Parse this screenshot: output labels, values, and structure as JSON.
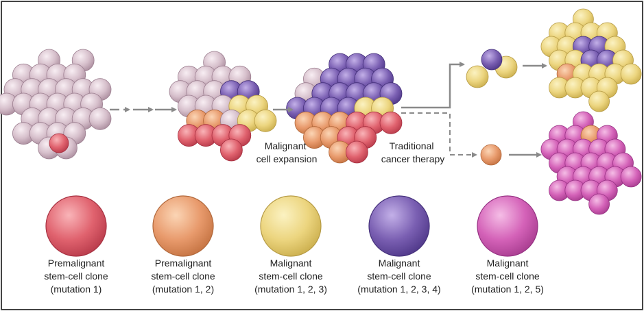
{
  "labels": {
    "malignant_expansion_line1": "Malignant",
    "malignant_expansion_line2": "cell expansion",
    "therapy_line1": "Traditional",
    "therapy_line2": "cancer therapy"
  },
  "legend": [
    {
      "name": "premalignant-1",
      "color": "#e0626e",
      "lines": [
        "Premalignant",
        "stem-cell clone",
        "(mutation 1)"
      ]
    },
    {
      "name": "premalignant-2",
      "color": "#e89a6c",
      "lines": [
        "Premalignant",
        "stem-cell clone",
        "(mutation 1, 2)"
      ]
    },
    {
      "name": "malignant-3",
      "color": "#ecd57f",
      "lines": [
        "Malignant",
        "stem-cell clone",
        "(mutation 1, 2, 3)"
      ]
    },
    {
      "name": "malignant-4",
      "color": "#7a5fb2",
      "lines": [
        "Malignant",
        "stem-cell clone",
        "(mutation 1, 2, 3, 4)"
      ]
    },
    {
      "name": "malignant-5",
      "color": "#d462b8",
      "lines": [
        "Malignant",
        "stem-cell clone",
        "(mutation 1, 2, 5)"
      ]
    }
  ],
  "colors": {
    "normal": "#d4bcc8",
    "red": "#e0626e",
    "orange": "#e89a6c",
    "yellow": "#ecd57f",
    "purple": "#7a5fb2",
    "magenta": "#d462b8",
    "arrow": "#8a8a8a",
    "border": "#444444"
  }
}
